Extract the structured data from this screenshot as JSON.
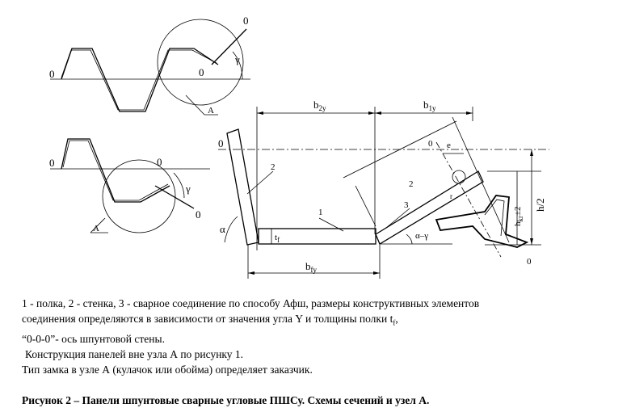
{
  "labels": {
    "axis_zero": "0",
    "node": "A",
    "gamma": "γ",
    "alpha": "α",
    "alpha_minus_gamma": "α–γ",
    "part_1": "1",
    "part_2": "2",
    "part_3": "3",
    "b2y": "b",
    "b2y_sub": "2y",
    "b1y": "b",
    "b1y_sub": "1y",
    "bfy": "b",
    "bfy_sub": "fy",
    "tf": "t",
    "tf_sub": "f",
    "e": "e",
    "r": "r",
    "h_half": "h/2",
    "hkr": "h",
    "hkr_sub": "kr",
    "hkr_tol": "±2"
  },
  "caption": {
    "line1": "1 - полка, 2 - стенка, 3 - сварное соединение по способу  Афш, размеры конструктивных элементов",
    "line2": "соединения определяются в зависимости от значения  угла Y и толщины полки t",
    "line2_sub": "f",
    "line2_end": ",",
    "line3": "“0-0-0”- ось шпунтовой стены.",
    "line4": "Конструкция панелей вне узла  А по рисунку 1.",
    "line5": "Тип замка в узле А (кулачок или обойма) определяет заказчик.",
    "title": "Рисунок 2 – Панели шпунтовые сварные угловые ПШСу. Схемы сечений и узел А."
  }
}
